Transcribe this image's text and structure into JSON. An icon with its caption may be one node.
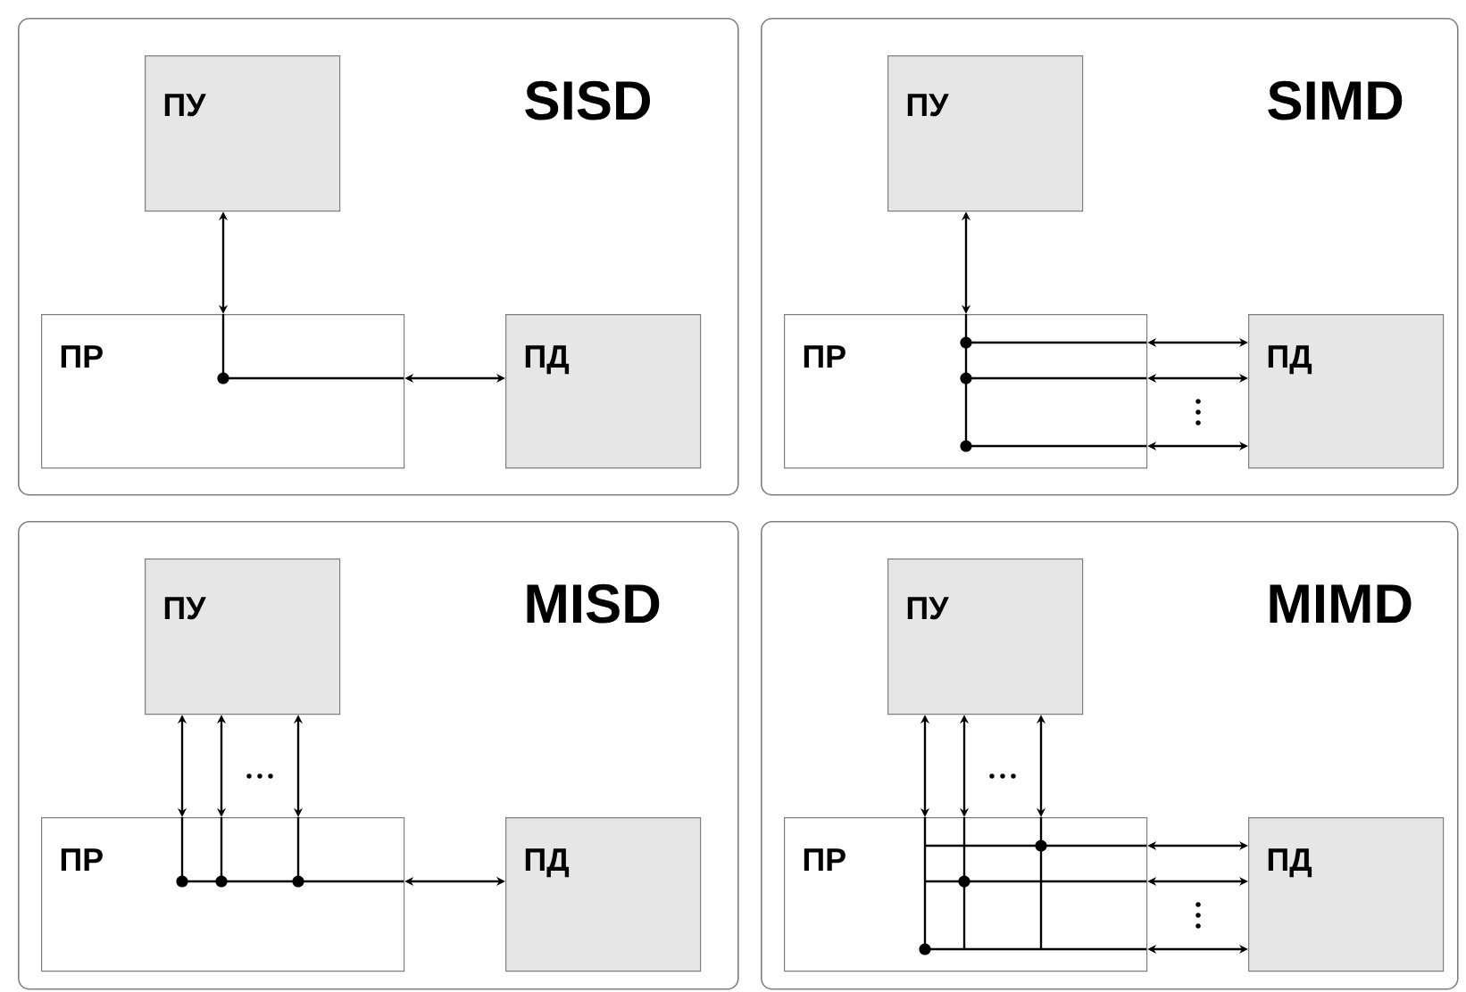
{
  "diagram": {
    "nodes": [
      {
        "text": [
          "SISD"
        ]
      },
      {
        "text": [
          "ПУ"
        ],
        "in": 0
      },
      {
        "text": [
          "ПР"
        ],
        "in": 0
      },
      {
        "text": [
          "ПД"
        ],
        "in": 0
      },
      {
        "text": [
          "SIMD"
        ]
      },
      {
        "text": [
          "ПУ"
        ],
        "in": 4
      },
      {
        "text": [
          "ПР"
        ],
        "in": 4
      },
      {
        "text": [
          "ПД"
        ],
        "in": 4
      },
      {
        "text": [
          "MISD"
        ]
      },
      {
        "text": [
          "ПУ"
        ],
        "in": 8
      },
      {
        "text": [
          "ПР"
        ],
        "in": 8
      },
      {
        "text": [
          "ПД"
        ],
        "in": 8
      },
      {
        "text": [
          "MIMD"
        ]
      },
      {
        "text": [
          "ПУ"
        ],
        "in": 12
      },
      {
        "text": [
          "ПР"
        ],
        "in": 12
      },
      {
        "text": [
          "ПД"
        ],
        "in": 12
      }
    ],
    "edges": [
      {
        "from": 1,
        "to": 2,
        "arrow": "both"
      },
      {
        "from": 2,
        "to": 3,
        "arrow": "both"
      },
      {
        "from": 5,
        "to": 6,
        "arrow": "both"
      },
      {
        "from": 6,
        "to": 7,
        "arrow": "both"
      },
      {
        "from": 6,
        "to": 7,
        "arrow": "both"
      },
      {
        "from": 6,
        "to": 7,
        "arrow": "both"
      },
      {
        "from": 9,
        "to": 10,
        "arrow": "both"
      },
      {
        "from": 9,
        "to": 10,
        "arrow": "both"
      },
      {
        "from": 9,
        "to": 10,
        "arrow": "both"
      },
      {
        "from": 10,
        "to": 11,
        "arrow": "both"
      },
      {
        "from": 13,
        "to": 14,
        "arrow": "both"
      },
      {
        "from": 13,
        "to": 14,
        "arrow": "both"
      },
      {
        "from": 13,
        "to": 14,
        "arrow": "both"
      },
      {
        "from": 14,
        "to": 15,
        "arrow": "both"
      },
      {
        "from": 14,
        "to": 15,
        "arrow": "both"
      },
      {
        "from": 14,
        "to": 15,
        "arrow": "both"
      }
    ]
  }
}
